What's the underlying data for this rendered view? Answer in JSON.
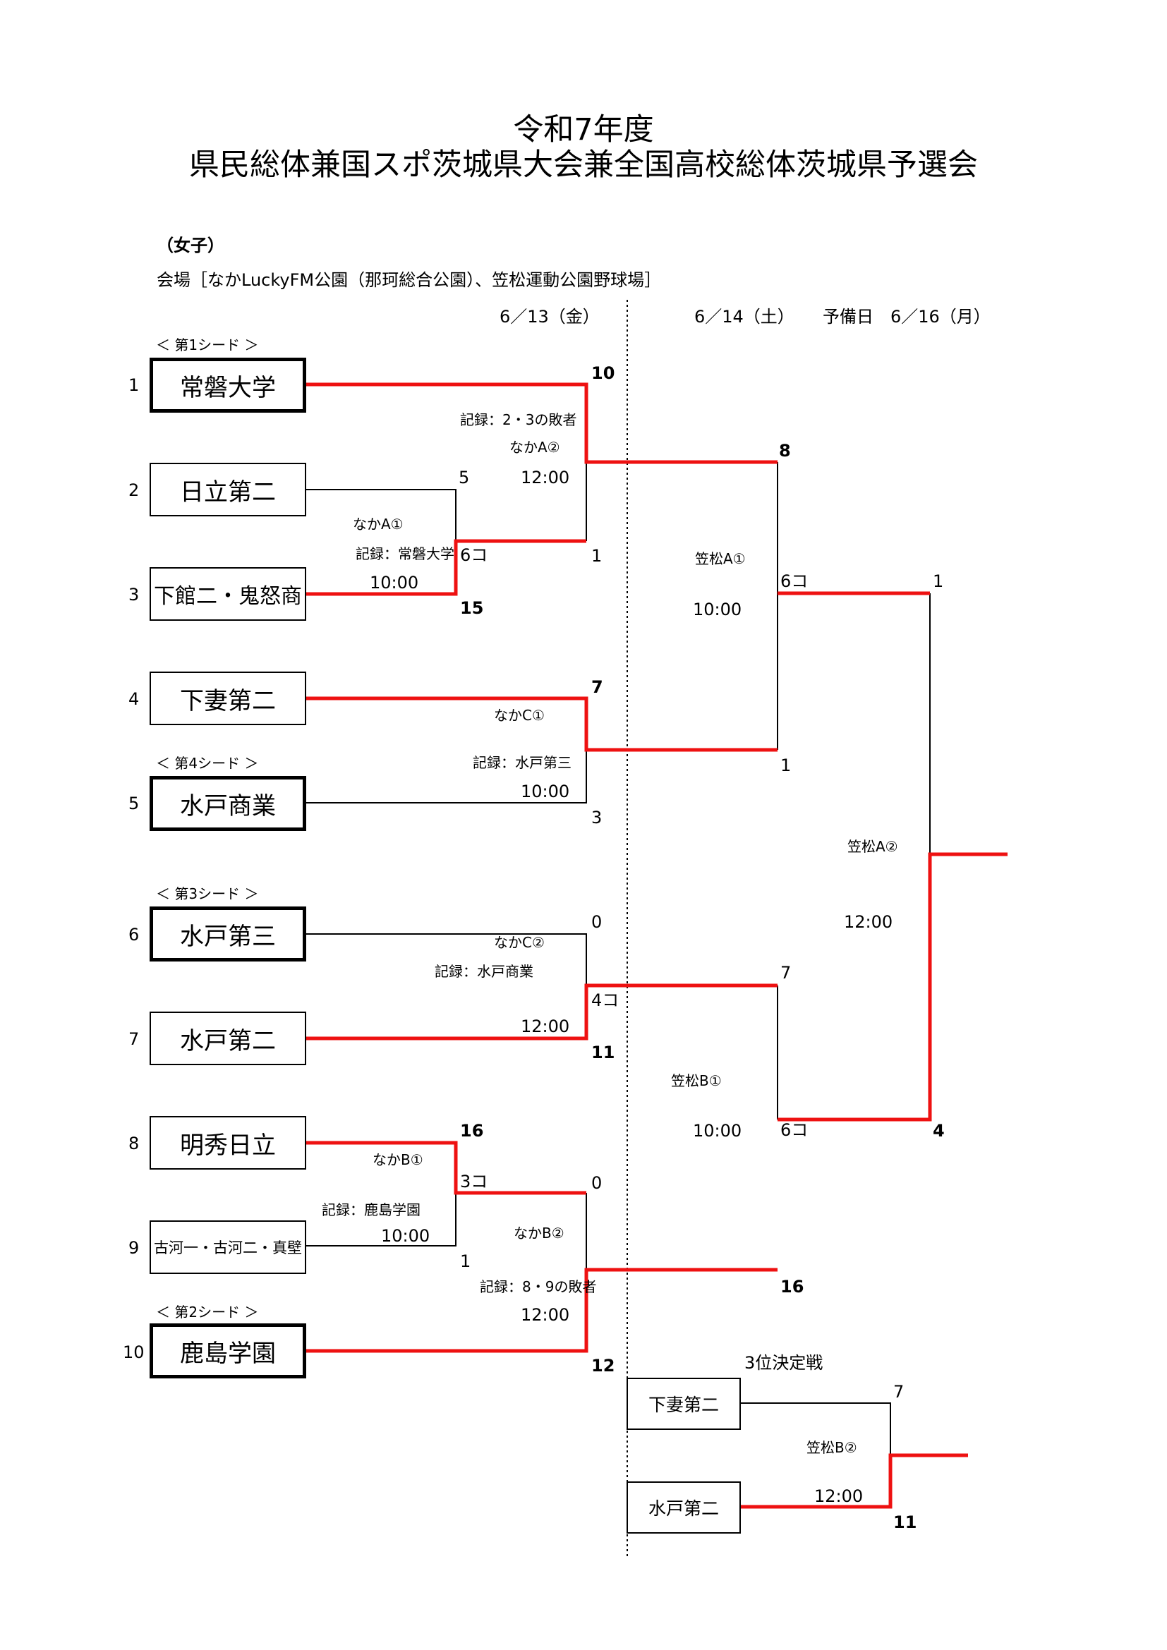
{
  "title": {
    "line1": "令和7年度",
    "line2": "県民総体兼国スポ茨城県大会兼全国高校総体茨城県予選会"
  },
  "category": "（女子）",
  "venue": "会場［なかLuckyFM公園（那珂総合公園）、笠松運動公園野球場］",
  "dates": {
    "day1": "6／13（金）",
    "day2": "6／14（土）",
    "reserve": "予備日　6／16（月）"
  },
  "seeds": {
    "s1": "＜ 第1シード ＞",
    "s4": "＜ 第4シード ＞",
    "s3": "＜ 第3シード ＞",
    "s2": "＜ 第2シード ＞"
  },
  "teams": [
    {
      "no": "1",
      "name": "常磐大学"
    },
    {
      "no": "2",
      "name": "日立第二"
    },
    {
      "no": "3",
      "name": "下館二・鬼怒商"
    },
    {
      "no": "4",
      "name": "下妻第二"
    },
    {
      "no": "5",
      "name": "水戸商業"
    },
    {
      "no": "6",
      "name": "水戸第三"
    },
    {
      "no": "7",
      "name": "水戸第二"
    },
    {
      "no": "8",
      "name": "明秀日立"
    },
    {
      "no": "9",
      "name": "古河一・古河二・真壁"
    },
    {
      "no": "10",
      "name": "鹿島学園"
    }
  ],
  "games": {
    "nakaA1": {
      "field": "なかA①",
      "record": "記録：常磐大学",
      "time": "10:00"
    },
    "nakaA2": {
      "field": "なかA②",
      "record": "記録：2・3の敗者",
      "time": "12:00"
    },
    "nakaC1": {
      "field": "なかC①",
      "record": "記録：水戸第三",
      "time": "10:00"
    },
    "nakaC2": {
      "field": "なかC②",
      "record": "記録：水戸商業",
      "time": "12:00"
    },
    "nakaB1": {
      "field": "なかB①",
      "record": "記録：鹿島学園",
      "time": "10:00"
    },
    "nakaB2": {
      "field": "なかB②",
      "record": "記録：8・9の敗者",
      "time": "12:00"
    },
    "kasaA1": {
      "field": "笠松A①",
      "time": "10:00"
    },
    "kasaB1": {
      "field": "笠松B①",
      "time": "10:00"
    },
    "kasaA2": {
      "field": "笠松A②",
      "time": "12:00"
    },
    "kasaB2": {
      "field": "笠松B②",
      "time": "12:00"
    }
  },
  "scores": {
    "g23_top": "5",
    "g23_bot": "6コ",
    "g23_bot2": "15",
    "a2_top": "10",
    "a2_bot": "1",
    "c1_top": "7",
    "c1_bot": "3",
    "c2_top": "0",
    "c2_bot": "4コ",
    "c2_bot2": "11",
    "b1_top": "16",
    "b1_top2": "3コ",
    "b1_bot": "1",
    "b2_top": "0",
    "b2_bot": "12",
    "ka1_top": "8",
    "ka1_top2": "6コ",
    "ka1_bot": "1",
    "kb1_top": "7",
    "kb1_top2": "6コ",
    "kb1_bot": "16",
    "ka2_top": "1",
    "ka2_bot": "4",
    "third_top": "7",
    "third_bot": "11"
  },
  "third_place": {
    "label": "3位決定戦",
    "team_top": "下妻第二",
    "team_bot": "水戸第二"
  },
  "colors": {
    "win_line": "#ee1111",
    "line": "#000000"
  }
}
